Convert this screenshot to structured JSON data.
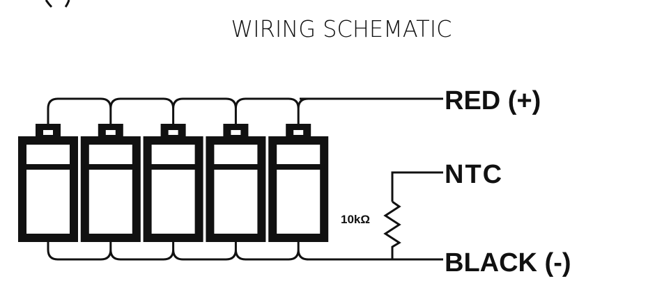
{
  "title": "WIRING SCHEMATIC",
  "diagram": {
    "type": "battery-pack-wiring",
    "cell_count": 5,
    "cells": [
      {
        "id": "cell-1"
      },
      {
        "id": "cell-2"
      },
      {
        "id": "cell-3"
      },
      {
        "id": "cell-4"
      },
      {
        "id": "cell-5"
      }
    ],
    "connection": "parallel",
    "leads": [
      {
        "id": "red",
        "label": "RED (+)"
      },
      {
        "id": "ntc",
        "label": "NTC"
      },
      {
        "id": "black",
        "label": "BLACK (-)"
      }
    ],
    "resistor": {
      "label": "10kΩ",
      "between": [
        "ntc",
        "black"
      ]
    }
  },
  "colors": {
    "ink": "#111111",
    "background": "#ffffff"
  }
}
